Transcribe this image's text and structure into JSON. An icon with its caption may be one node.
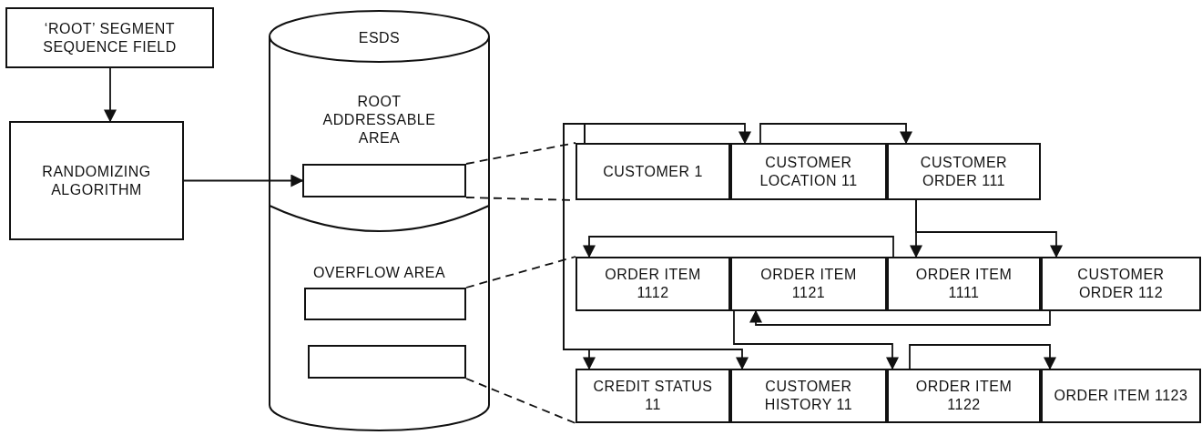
{
  "diagram": {
    "nodes": [
      {
        "text": [
          "‘ROOT’ SEGMENT SEQUENCE FIELD"
        ]
      },
      {
        "text": [
          "RANDOMIZING ALGORITHM"
        ]
      },
      {
        "text": [
          "ESDS"
        ]
      },
      {
        "text": [
          "ROOT ADDRESSABLE AREA"
        ],
        "in": 2
      },
      {
        "text": [],
        "shape": "box",
        "in": 3
      },
      {
        "text": [
          "OVERFLOW AREA"
        ],
        "in": 2
      },
      {
        "text": [],
        "shape": "box",
        "in": 5
      },
      {
        "text": [],
        "shape": "box",
        "in": 5
      },
      {
        "text": [
          "CUSTOMER 1"
        ]
      },
      {
        "text": [
          "CUSTOMER LOCATION 11"
        ]
      },
      {
        "text": [
          "CUSTOMER ORDER 111"
        ]
      },
      {
        "text": [
          "ORDER ITEM 1112"
        ]
      },
      {
        "text": [
          "ORDER ITEM 1121"
        ]
      },
      {
        "text": [
          "ORDER ITEM 1111"
        ]
      },
      {
        "text": [
          "CUSTOMER ORDER 112"
        ]
      },
      {
        "text": [
          "CREDIT STATUS 11"
        ]
      },
      {
        "text": [
          "CUSTOMER HISTORY 11"
        ]
      },
      {
        "text": [
          "ORDER ITEM 1122"
        ]
      },
      {
        "text": [
          "ORDER ITEM 1123"
        ]
      }
    ],
    "edges": [
      {
        "from": 0,
        "to": 1,
        "arrow": "to"
      },
      {
        "from": 1,
        "to": 4,
        "arrow": "to"
      },
      {
        "from": 4,
        "to": 8,
        "arrow": "none",
        "style": "dashed"
      },
      {
        "from": 6,
        "to": 11,
        "arrow": "none",
        "style": "dashed"
      },
      {
        "from": 7,
        "to": 15,
        "arrow": "none",
        "style": "dashed"
      },
      {
        "from": 8,
        "to": 9,
        "arrow": "to"
      },
      {
        "from": 8,
        "to": 15,
        "arrow": "to"
      },
      {
        "from": 8,
        "to": 16,
        "arrow": "to"
      },
      {
        "from": 9,
        "to": 10,
        "arrow": "to"
      },
      {
        "from": 10,
        "to": 13,
        "arrow": "to"
      },
      {
        "from": 10,
        "to": 14,
        "arrow": "to"
      },
      {
        "from": 13,
        "to": 11,
        "arrow": "to"
      },
      {
        "from": 14,
        "to": 12,
        "arrow": "to"
      },
      {
        "from": 12,
        "to": 17,
        "arrow": "to"
      },
      {
        "from": 17,
        "to": 18,
        "arrow": "to"
      }
    ]
  }
}
